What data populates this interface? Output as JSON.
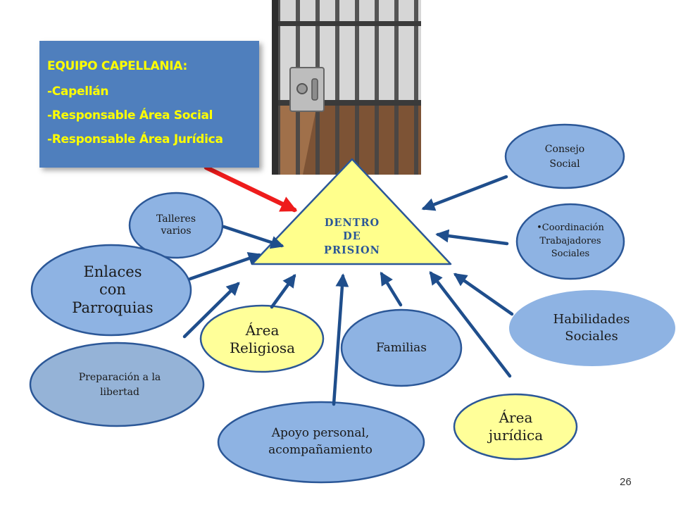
{
  "team_box": {
    "title": "EQUIPO CAPELLANIA:",
    "members": [
      "-Capellán",
      "-Responsable Área Social",
      "-Responsable Área Jurídica"
    ]
  },
  "center": {
    "label": "DENTRO\nDE\nPRISION"
  },
  "nodes": {
    "talleres": "Talleres\nvarios",
    "enlaces": "Enlaces\ncon\nParroquias",
    "preparacion": "Preparación a la\nlibertad",
    "religiosa": "Área\nReligiosa",
    "apoyo": "Apoyo personal,\nacompañamiento",
    "familias": "Familias",
    "juridica": "Área\njurídica",
    "habilidades": "Habilidades\nSociales",
    "coordinacion": "•Coordinación\nTrabajadores\nSociales",
    "consejo": "Consejo\nSocial"
  },
  "page_number": "26",
  "colors": {
    "blue_node": "#8eb3e3",
    "yellow_node": "#ffff99",
    "node_border": "#2b5797",
    "arrow_blue": "#1f4e8c",
    "arrow_red": "#ee1c1c",
    "team_box": "#4f7fbd",
    "team_text": "#ffff00"
  }
}
